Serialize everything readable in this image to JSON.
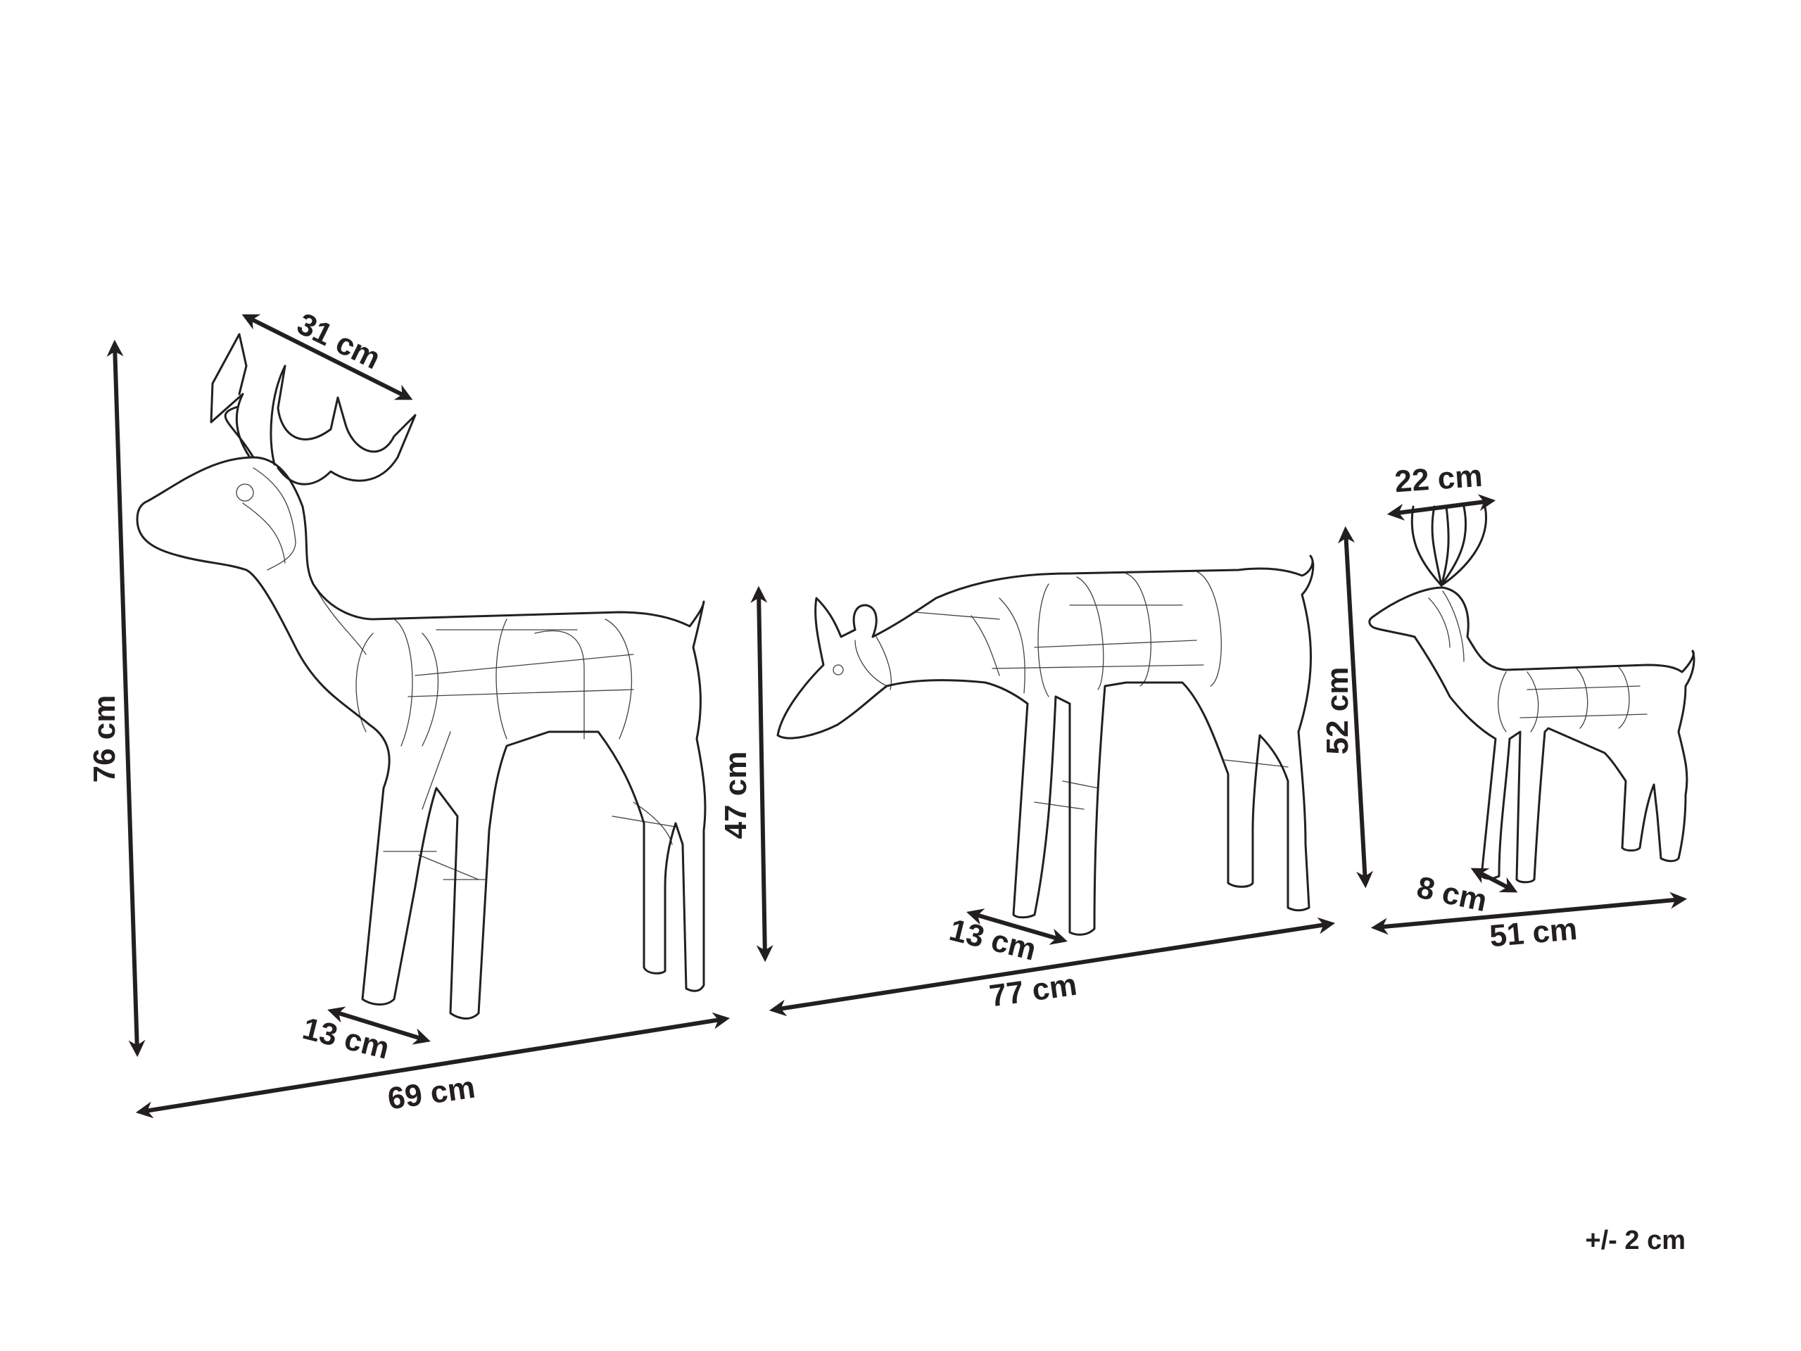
{
  "accent_color": "#231f20",
  "background_color": "#ffffff",
  "stag": {
    "antler_width": "31 cm",
    "height": "76 cm",
    "leg_depth": "13 cm",
    "length": "69 cm"
  },
  "doe": {
    "height": "47 cm",
    "leg_depth": "13 cm",
    "length": "77 cm"
  },
  "fawn": {
    "antler_width": "22 cm",
    "height": "52 cm",
    "leg_depth": "8 cm",
    "length": "51 cm"
  },
  "tolerance": "+/- 2 cm"
}
